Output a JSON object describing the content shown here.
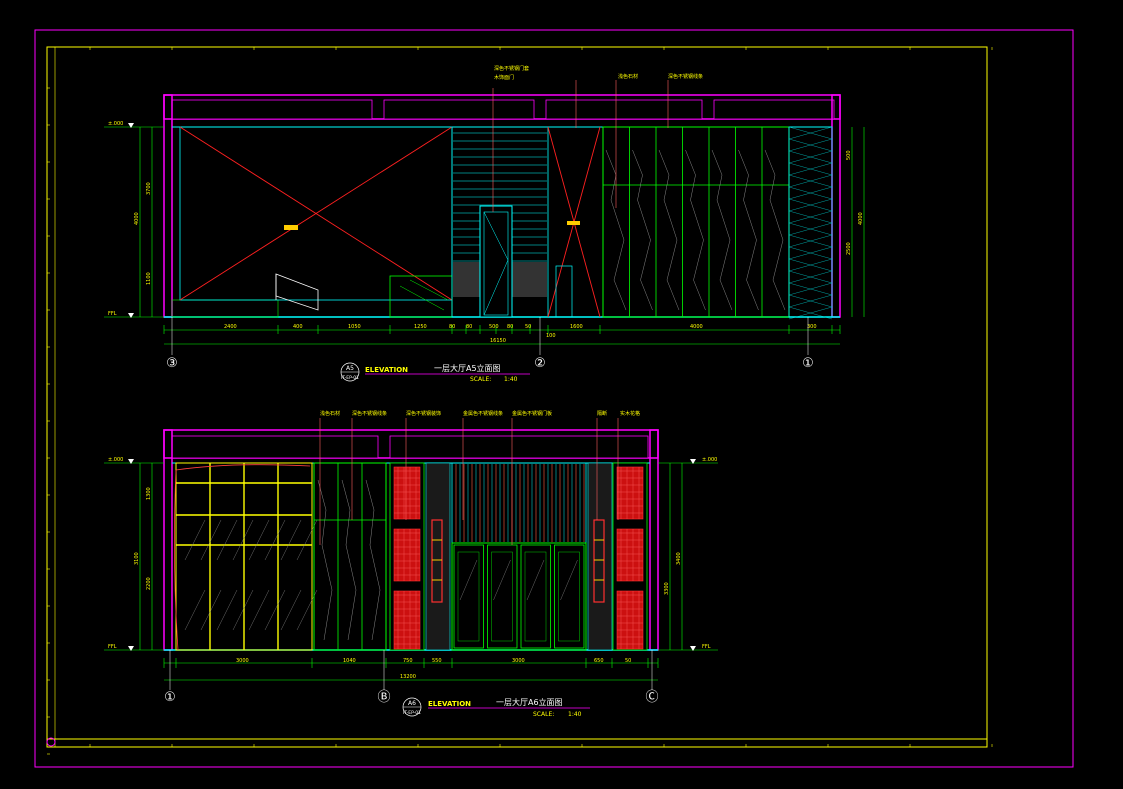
{
  "drawing": {
    "colors": {
      "background": "#000000",
      "sheet_border": "#ff00ff",
      "frame": "#ffff00",
      "wall_hatch": "#ff00ff",
      "outline": "#00ffff",
      "panel": "#00ff00",
      "dimension": "#00ff00",
      "diagonal": "#ff0000",
      "screen_red": "#e01010",
      "annotation": "#ffff00",
      "white": "#ffffff"
    },
    "elevation_a5": {
      "tag_top": "A5",
      "tag_bottom": "IT-EP-01",
      "label": "ELEVATION",
      "title": "一层大厅A5立面图",
      "scale_label": "SCALE:",
      "scale_value": "1:40",
      "axis_marks": [
        "③",
        "②",
        "①"
      ],
      "notes": [
        "深色不锈钢门套",
        "木饰面门",
        "浅色石材",
        "深色不锈钢线条"
      ],
      "dims_bottom": [
        "2400",
        "400",
        "1050",
        "1250",
        "80",
        "80",
        "500",
        "80",
        "50",
        "1600",
        "4000",
        "300"
      ],
      "dims_bottom_extra": [
        "100"
      ],
      "dim_total": "16150",
      "dims_left": [
        "3700",
        "1100",
        "4000"
      ],
      "dims_right": [
        "500",
        "2500",
        "4000"
      ],
      "level_top": "±.000",
      "level_floor": "FFL"
    },
    "elevation_a6": {
      "tag_top": "A6",
      "tag_bottom": "IT-EP-01",
      "label": "ELEVATION",
      "title": "一层大厅A6立面图",
      "scale_label": "SCALE:",
      "scale_value": "1:40",
      "axis_marks": [
        "①",
        "Ⓑ",
        "Ⓒ"
      ],
      "notes": [
        "浅色石材",
        "深色不锈钢线条",
        "深色不锈钢装饰",
        "金属色不锈钢线条",
        "金属色不锈钢门板",
        "隔断",
        "实木花格"
      ],
      "dims_bottom": [
        "3000",
        "1040",
        "750",
        "550",
        "3000",
        "650",
        "50"
      ],
      "dim_total": "13200",
      "dims_left": [
        "1300",
        "3100",
        "2200"
      ],
      "dims_right": [
        "3300",
        "3400"
      ],
      "level_top": "±.000",
      "level_floor": "FFL"
    }
  }
}
